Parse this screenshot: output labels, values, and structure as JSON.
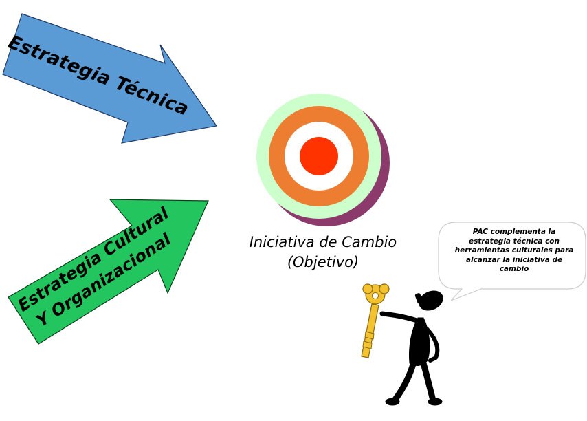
{
  "arrows": {
    "technical": {
      "label": "Estrategia Técnica",
      "color": "#5b9bd5"
    },
    "cultural": {
      "line1": "Estrategia Cultural",
      "line2": "Y Organizacional",
      "color": "#22c55e"
    }
  },
  "target": {
    "line1": "Iniciativa de Cambio",
    "line2": "(Objetivo)",
    "colors": {
      "outer": "#ccffcc",
      "ring": "#ed7d31",
      "inner_white": "#ffffff",
      "center": "#ff3300",
      "shadow": "#8b3a6b"
    }
  },
  "speech_bubble": {
    "lines": [
      "PAC complementa la",
      "estrategia técnica con",
      "herramientas culturales para",
      "alcanzar la iniciativa de",
      "cambio"
    ]
  },
  "icons": {
    "key": "key-icon",
    "figure": "stick-figure-icon"
  }
}
